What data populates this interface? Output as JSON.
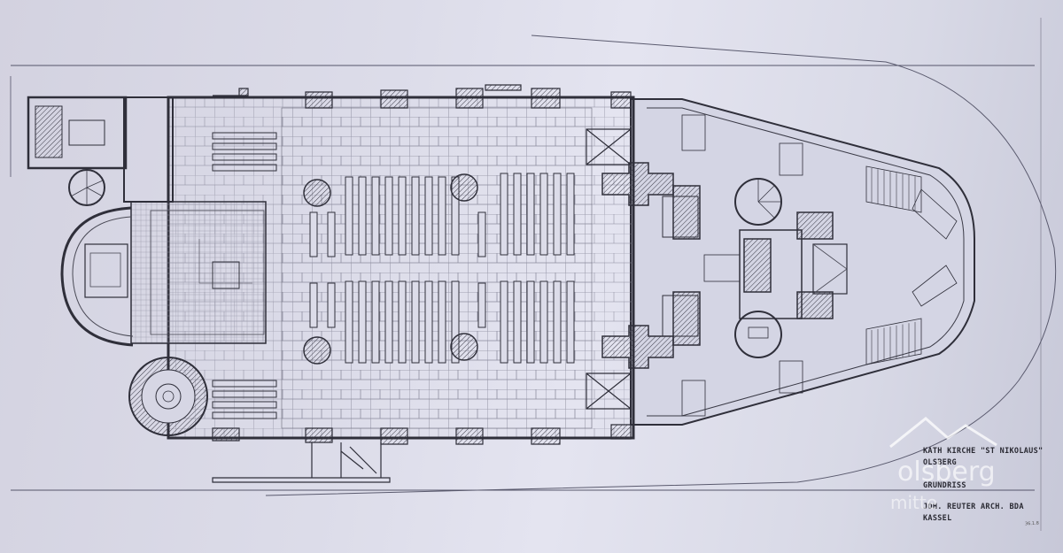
{
  "title_block": {
    "line1": "KATH KIRCHE \"ST NIKOLAUS\"",
    "line2": "OLSBERG",
    "line3": "GRUNDRISS",
    "line4": "JOH. REUTER  ARCH. BDA",
    "line5": "KASSEL"
  },
  "stamp": "36.1.8",
  "watermark": {
    "top": "olsberg",
    "bottom": "mitte"
  },
  "colors": {
    "paper": "#dcdce9",
    "ink": "#2f2f3a",
    "hatch": "#4a4a56"
  }
}
